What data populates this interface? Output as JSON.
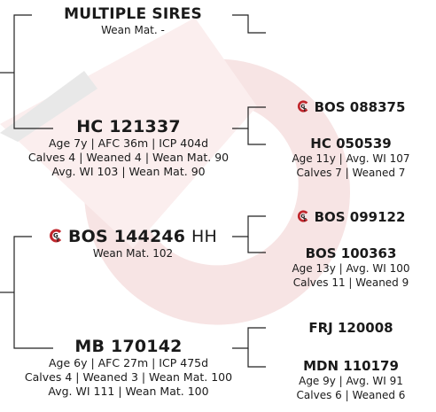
{
  "colors": {
    "watermark": "#f7e4e4",
    "watermark_dark": "#e6e6e6",
    "brand_red": "#c0262c",
    "line": "#222222"
  },
  "icons": {
    "genetic_test": "gt-badge-icon"
  },
  "tree": {
    "sire_group": {
      "title": "MULTIPLE SIRES",
      "details": "Wean Mat. -"
    },
    "dam": {
      "title": "HC 121337",
      "line1": "Age 7y | AFC 36m | ICP 404d",
      "line2": "Calves 4 | Weaned 4 | Wean Mat. 90",
      "line3": "Avg. WI 103 | Wean Mat. 90"
    },
    "sire2": {
      "title": "BOS 144246",
      "suffix": "HH",
      "details": "Wean Mat. 102"
    },
    "dam2": {
      "title": "MB 170142",
      "line1": "Age 6y | AFC 27m | ICP 475d",
      "line2": "Calves 4 | Weaned 3 | Wean Mat. 100",
      "line3": "Avg. WI 111 | Wean Mat. 100"
    },
    "gs1": {
      "title": "BOS 088375"
    },
    "gd1": {
      "title": "HC 050539",
      "line1": "Age 11y | Avg. WI 107",
      "line2": "Calves 7 | Weaned 7"
    },
    "gs2": {
      "title": "BOS 099122"
    },
    "gd2": {
      "title": "BOS 100363",
      "line1": "Age 13y | Avg. WI 100",
      "line2": "Calves 11 | Weaned 9"
    },
    "gs3": {
      "title": "FRJ 120008"
    },
    "gd3": {
      "title": "MDN 110179",
      "line1": "Age 9y | Avg. WI 91",
      "line2": "Calves 6 | Weaned 6"
    }
  }
}
